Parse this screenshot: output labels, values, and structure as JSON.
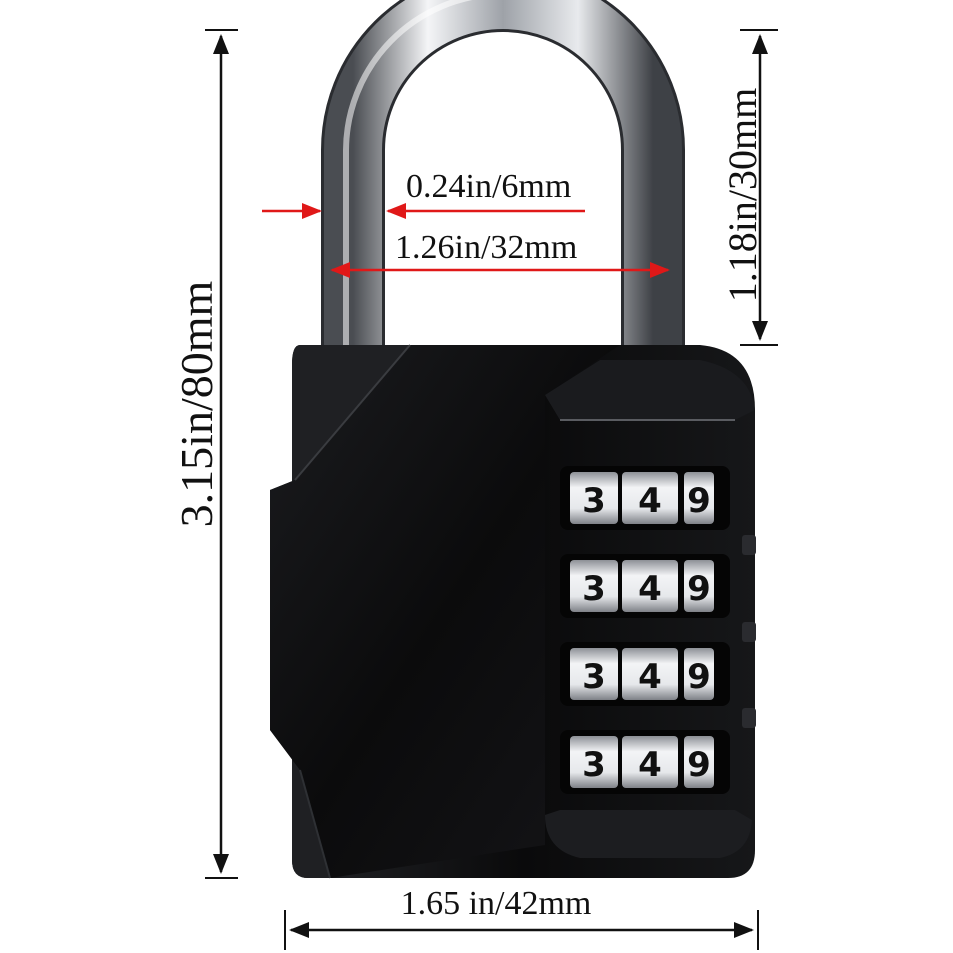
{
  "product": {
    "icon": "padlock-icon",
    "body_color": "#0c0c0e",
    "shackle_color": "#b9bcc2"
  },
  "dimensions": {
    "total_height": "3.15in/80mm",
    "shackle_clearance": "1.18in/30mm",
    "shackle_diameter": "0.24in/6mm",
    "shackle_inner_width": "1.26in/32mm",
    "body_width": "1.65 in/42mm",
    "arrow_black": "#111111",
    "arrow_red": "#e01818"
  },
  "dials": [
    {
      "digits": [
        "3",
        "4",
        "9"
      ]
    },
    {
      "digits": [
        "3",
        "4",
        "9"
      ]
    },
    {
      "digits": [
        "3",
        "4",
        "9"
      ]
    },
    {
      "digits": [
        "3",
        "4",
        "9"
      ]
    }
  ]
}
